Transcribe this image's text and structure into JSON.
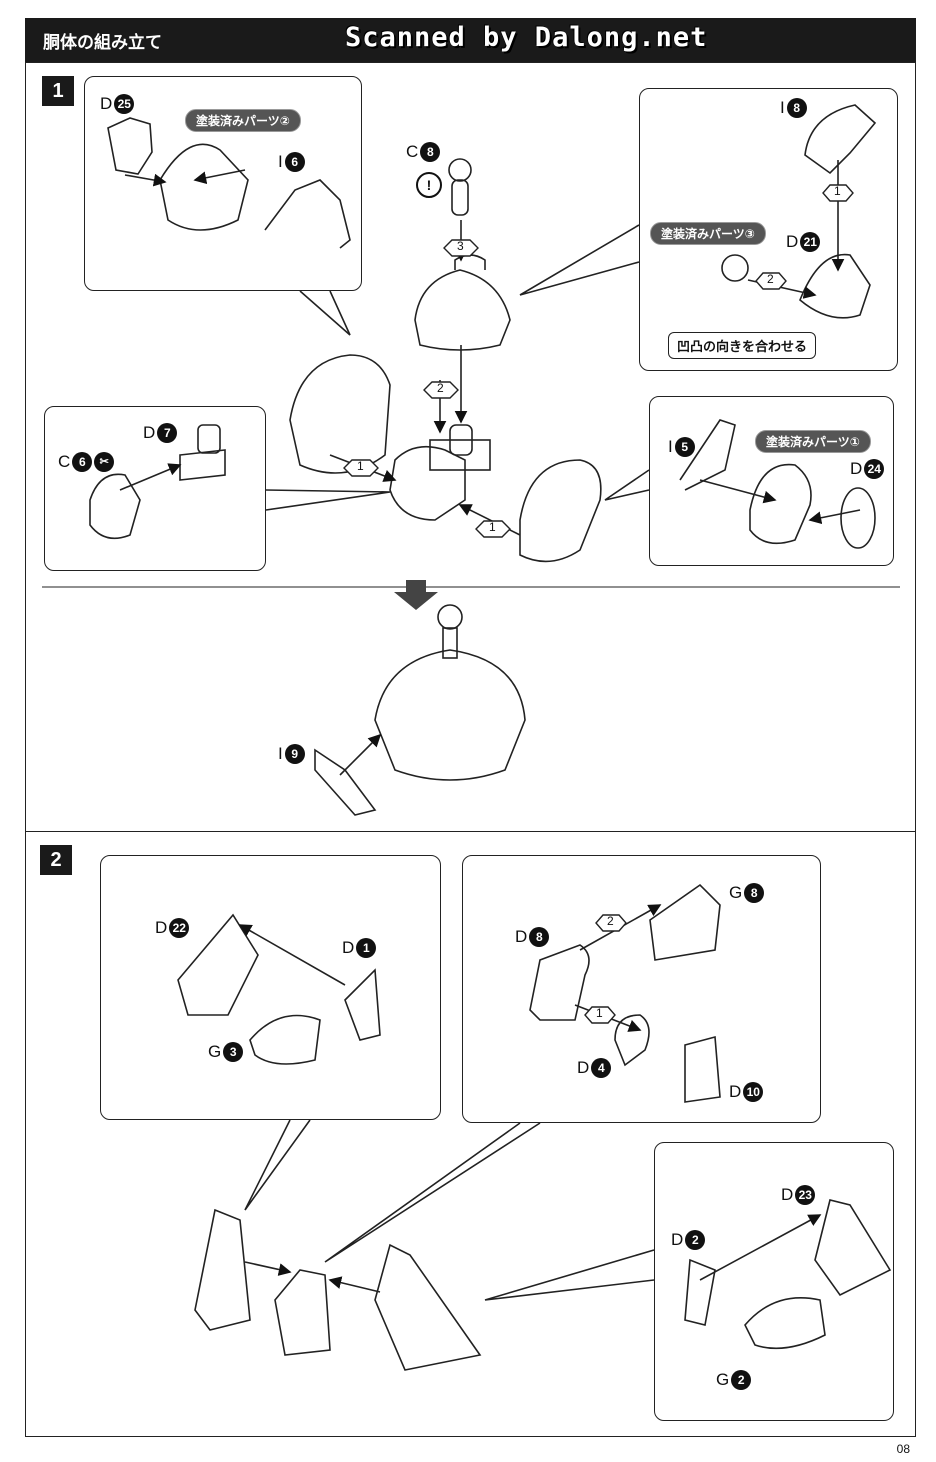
{
  "header": {
    "title": "胴体の組み立て",
    "watermark": "Scanned by Dalong.net"
  },
  "steps": [
    {
      "number": "1"
    },
    {
      "number": "2"
    }
  ],
  "step1": {
    "top_left_box": {
      "part_a": {
        "letter": "D",
        "number": "25"
      },
      "part_b": {
        "letter": "I",
        "number": "6"
      },
      "painted_tag": "塗装済みパーツ②"
    },
    "center": {
      "part": {
        "letter": "C",
        "number": "8"
      },
      "order_3": "3",
      "order_2": "2",
      "order_1a": "1",
      "order_1b": "1",
      "caution_icon": "exclamation-icon"
    },
    "top_right_box": {
      "part_a": {
        "letter": "I",
        "number": "8"
      },
      "part_b": {
        "letter": "D",
        "number": "21"
      },
      "order_1": "1",
      "order_2": "2",
      "painted_tag": "塗装済みパーツ③",
      "note": "凹凸の向きを合わせる"
    },
    "left_box": {
      "part_a": {
        "letter": "D",
        "number": "7"
      },
      "part_b": {
        "letter": "C",
        "number": "6"
      },
      "cut_icon": "cut-mark-icon"
    },
    "right_box": {
      "part_a": {
        "letter": "I",
        "number": "5"
      },
      "part_b": {
        "letter": "D",
        "number": "24"
      },
      "painted_tag": "塗装済みパーツ①"
    },
    "final": {
      "part": {
        "letter": "I",
        "number": "9"
      }
    }
  },
  "step2": {
    "left_box": {
      "part_a": {
        "letter": "D",
        "number": "22"
      },
      "part_b": {
        "letter": "D",
        "number": "1"
      },
      "part_c": {
        "letter": "G",
        "number": "3"
      }
    },
    "middle_box": {
      "part_a": {
        "letter": "D",
        "number": "8"
      },
      "part_b": {
        "letter": "G",
        "number": "8"
      },
      "part_c": {
        "letter": "D",
        "number": "4"
      },
      "part_d": {
        "letter": "D",
        "number": "10"
      },
      "order_1": "1",
      "order_2": "2"
    },
    "right_box": {
      "part_a": {
        "letter": "D",
        "number": "23"
      },
      "part_b": {
        "letter": "D",
        "number": "2"
      },
      "part_c": {
        "letter": "G",
        "number": "2"
      }
    }
  },
  "page_number": "08"
}
